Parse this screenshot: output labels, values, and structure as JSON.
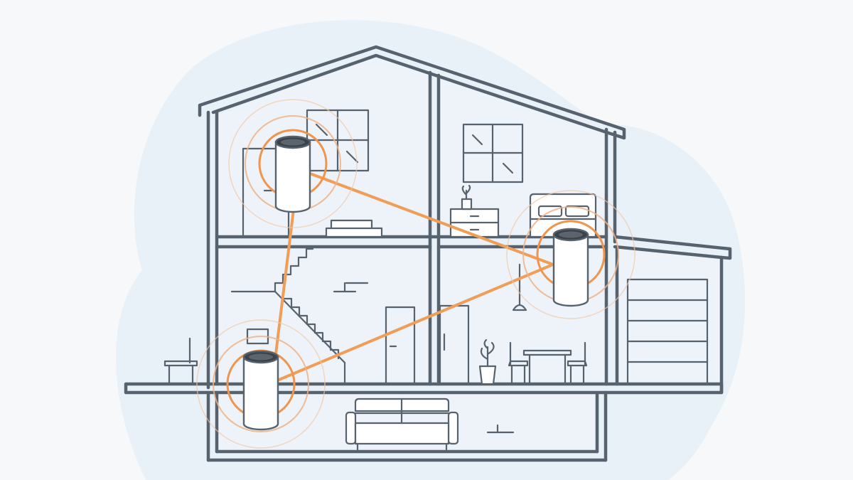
{
  "diagram": {
    "subject": "mesh-wifi-house-cutaway",
    "colors": {
      "background": "#f7f8f9",
      "blob": "#e8f1f7",
      "wall": "#56626e",
      "room_fill": "#edf3f8",
      "signal": "#ef9d57",
      "node_body": "#ffffff",
      "node_top": "#3b4249"
    },
    "nodes": [
      {
        "id": "node-upstairs"
      },
      {
        "id": "node-bedroom"
      },
      {
        "id": "node-downstairs"
      }
    ],
    "links": [
      {
        "from": "node-upstairs",
        "to": "node-bedroom"
      },
      {
        "from": "node-upstairs",
        "to": "node-downstairs"
      },
      {
        "from": "node-downstairs",
        "to": "node-bedroom"
      }
    ]
  }
}
